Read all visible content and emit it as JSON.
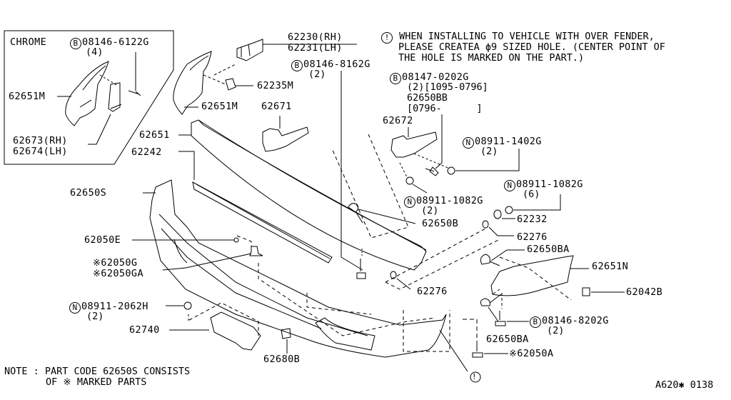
{
  "diagram": {
    "type": "exploded-parts-diagram",
    "subject": "Front bumper assembly",
    "drawing_id": "A620✱ 0138",
    "colors": {
      "ink": "#000000",
      "paper": "#ffffff"
    }
  },
  "inset": {
    "title": "CHROME",
    "fastener": {
      "marker": "B",
      "code": "08146-6122G",
      "qty": "(4)"
    },
    "labels": [
      {
        "code": "62651M"
      },
      {
        "code": "62673(RH)"
      },
      {
        "code": "62674(LH)"
      }
    ]
  },
  "install_note": {
    "marker": "!",
    "lines": [
      "WHEN INSTALLING TO VEHICLE WITH OVER FENDER,",
      "PLEASE CREATEA ϕ9 SIZED HOLE. (CENTER POINT OF",
      "THE HOLE IS MARKED ON THE PART.)"
    ]
  },
  "parts": {
    "p62230": "62230(RH)",
    "p62231": "62231(LH)",
    "p62235M": "62235M",
    "p62651M": "62651M",
    "p62671": "62671",
    "p62651": "62651",
    "p62242": "62242",
    "p62650S": "62650S",
    "p62050E": "62050E",
    "p62050G": "62050G",
    "p62050GA": "62050GA",
    "p62740": "62740",
    "p62680B": "62680B",
    "p62672": "62672",
    "p62650B": "62650B",
    "p62232": "62232",
    "p62276a": "62276",
    "p62276b": "62276",
    "p62650BA_a": "62650BA",
    "p62650BA_b": "62650BA",
    "p62651N": "62651N",
    "p62042B": "62042B",
    "p62050A": "62050A"
  },
  "fasteners": {
    "f8162": {
      "marker": "B",
      "code": "08146-8162G",
      "qty": "(2)"
    },
    "f0202": {
      "marker": "B",
      "code": "08147-0202G",
      "qty": "(2)[1095-0796]",
      "alt": "62650BB",
      "alt_range": "[0796-      ]"
    },
    "f1402": {
      "marker": "N",
      "code": "08911-1402G",
      "qty": "(2)"
    },
    "f1082a": {
      "marker": "N",
      "code": "08911-1082G",
      "qty": "(6)"
    },
    "f1082b": {
      "marker": "N",
      "code": "08911-1082G",
      "qty": "(2)"
    },
    "f2062": {
      "marker": "N",
      "code": "08911-2062H",
      "qty": "(2)"
    },
    "f8202": {
      "marker": "B",
      "code": "08146-8202G",
      "qty": "(2)"
    }
  },
  "callouts": {
    "caution_marker": "!",
    "kit_marker": "※"
  },
  "footer_note": {
    "line1": "NOTE : PART CODE 62650S CONSISTS",
    "line2": "OF ※ MARKED PARTS"
  }
}
